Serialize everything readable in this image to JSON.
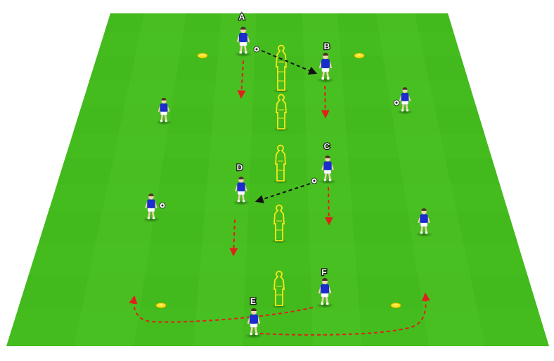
{
  "colors": {
    "pitch_light": "#48c020",
    "pitch_dark": "#3cb21a",
    "player_shirt": "#1a2ccc",
    "player_shorts": "#ffffff",
    "cone": "#ffe21a",
    "mannequin": "#f7e71a",
    "run_arrow": "#e0201a",
    "pass_arrow": "#111111"
  },
  "icons": {
    "player": "soccer-player-icon",
    "ball": "soccer-ball-icon",
    "cone": "cone-icon",
    "mannequin": "mannequin-icon"
  },
  "players": {
    "a": {
      "label": "A"
    },
    "b": {
      "label": "B"
    },
    "c": {
      "label": "C"
    },
    "d": {
      "label": "D"
    },
    "e": {
      "label": "E"
    },
    "f": {
      "label": "F"
    }
  }
}
